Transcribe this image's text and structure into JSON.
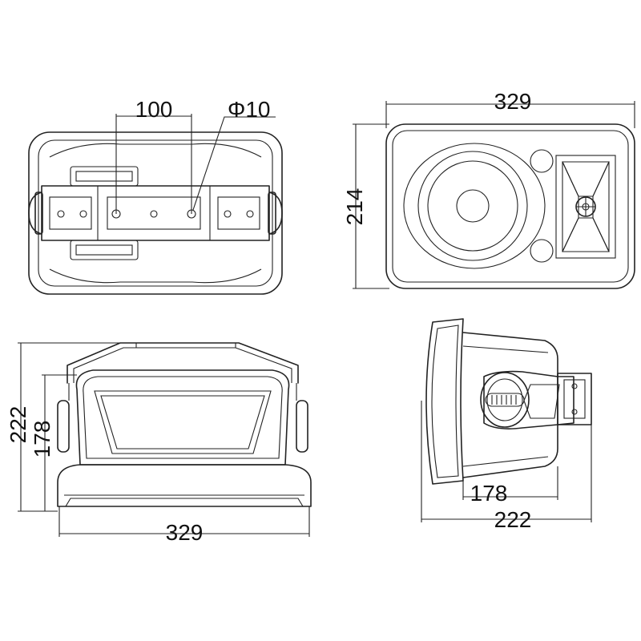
{
  "top_view": {
    "spacing": "100",
    "hole": "Φ10"
  },
  "front_view": {
    "width": "329",
    "height": "214"
  },
  "back_view": {
    "width": "329",
    "total_height": "222",
    "body_height": "178"
  },
  "side_view": {
    "body_depth": "178",
    "total_depth": "222"
  },
  "colors": {
    "line": "#222222",
    "background": "#ffffff"
  }
}
